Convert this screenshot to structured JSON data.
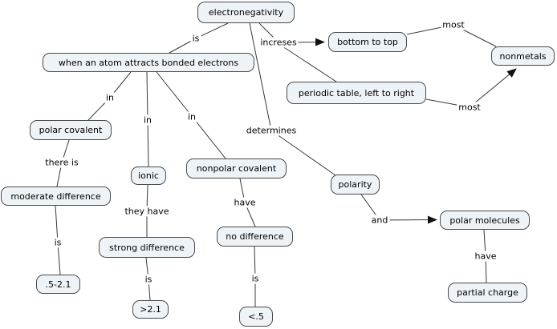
{
  "diagram_type": "concept-map",
  "topic": "electronegativity",
  "colors": {
    "background": "#ffffff",
    "node_fill": "#eef3f7",
    "node_border": "#4a4a4a",
    "edge_line": "#383838",
    "text": "#000000"
  },
  "concepts": {
    "electronegativity": "electronegativity",
    "when_atom": "when an atom attracts bonded electrons",
    "bottom_to_top": "bottom to top",
    "nonmetals": "nonmetals",
    "periodic_table": "periodic table, left to right",
    "polar_covalent": "polar covalent",
    "ionic": "ionic",
    "nonpolar_covalent": "nonpolar covalent",
    "moderate_difference": "moderate difference",
    "strong_difference": "strong difference",
    "no_difference": "no difference",
    "range_moderate": ".5-2.1",
    "range_strong": ">2.1",
    "range_none": "<.5",
    "polarity": "polarity",
    "polar_molecules": "polar molecules",
    "partial_charge": "partial charge"
  },
  "links": {
    "is_top": "is",
    "increses": "increses",
    "most_top": "most",
    "most_bottom": "most",
    "in_left": "in",
    "in_mid": "in",
    "in_right": "in",
    "determines": "determines",
    "there_is": "there is",
    "they_have": "they have",
    "have_nonpolar": "have",
    "is_moderate": "is",
    "is_strong": "is",
    "is_none": "is",
    "and": "and",
    "have_polar": "have"
  },
  "relationships": [
    {
      "from": "electronegativity",
      "link": "is",
      "to": "when an atom attracts bonded electrons",
      "arrow": false
    },
    {
      "from": "electronegativity",
      "link": "increses",
      "to": "bottom to top",
      "arrow": true
    },
    {
      "from": "electronegativity",
      "link": "increses",
      "to": "periodic table, left to right",
      "arrow": false
    },
    {
      "from": "electronegativity",
      "link": "determines",
      "to": "polarity",
      "arrow": false
    },
    {
      "from": "bottom to top",
      "link": "most",
      "to": "nonmetals",
      "arrow": false
    },
    {
      "from": "periodic table, left to right",
      "link": "most",
      "to": "nonmetals",
      "arrow": true
    },
    {
      "from": "when an atom attracts bonded electrons",
      "link": "in",
      "to": "polar covalent",
      "arrow": false
    },
    {
      "from": "when an atom attracts bonded electrons",
      "link": "in",
      "to": "ionic",
      "arrow": false
    },
    {
      "from": "when an atom attracts bonded electrons",
      "link": "in",
      "to": "nonpolar covalent",
      "arrow": false
    },
    {
      "from": "polar covalent",
      "link": "there is",
      "to": "moderate difference",
      "arrow": false
    },
    {
      "from": "moderate difference",
      "link": "is",
      "to": ".5-2.1",
      "arrow": false
    },
    {
      "from": "ionic",
      "link": "they have",
      "to": "strong difference",
      "arrow": false
    },
    {
      "from": "strong difference",
      "link": "is",
      "to": ">2.1",
      "arrow": false
    },
    {
      "from": "nonpolar covalent",
      "link": "have",
      "to": "no difference",
      "arrow": false
    },
    {
      "from": "no difference",
      "link": "is",
      "to": "<.5",
      "arrow": false
    },
    {
      "from": "polarity",
      "link": "and",
      "to": "polar molecules",
      "arrow": true
    },
    {
      "from": "polar molecules",
      "link": "have",
      "to": "partial charge",
      "arrow": false
    }
  ]
}
